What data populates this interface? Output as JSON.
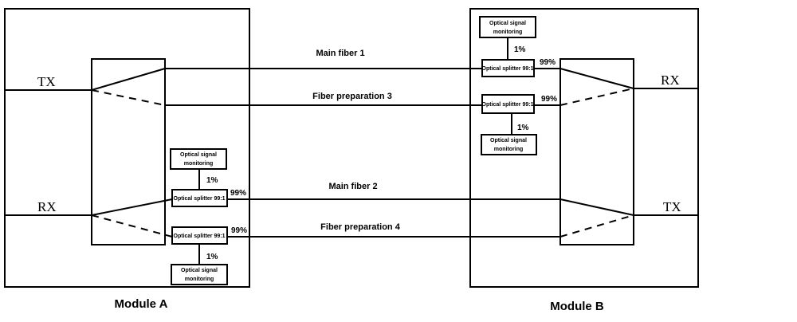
{
  "module_a": {
    "label": "Module A",
    "tx": "TX",
    "rx": "RX"
  },
  "module_b": {
    "label": "Module B",
    "tx": "TX",
    "rx": "RX"
  },
  "fibers": {
    "main1": "Main fiber 1",
    "prep3": "Fiber preparation 3",
    "main2": "Main fiber 2",
    "prep4": "Fiber preparation 4"
  },
  "splitter_label": "Optical splitter 99:1",
  "monitor_label_line1": "Optical signal",
  "monitor_label_line2": "monitoring",
  "pct_99": "99%",
  "pct_1": "1%"
}
